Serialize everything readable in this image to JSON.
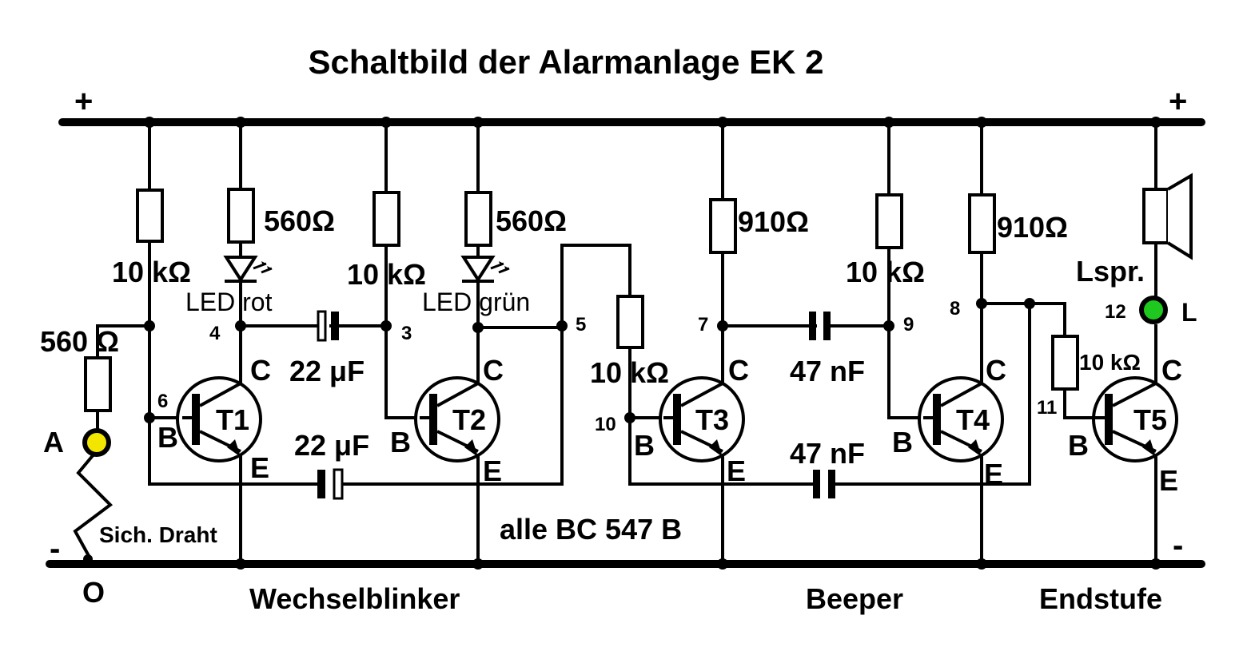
{
  "title": "Schaltbild der Alarmanlage EK 2",
  "rails": {
    "plus": "+",
    "minus": "-"
  },
  "resistors": {
    "r1": "10 kΩ",
    "r2": "560Ω",
    "r3": "10 kΩ",
    "r4": "560Ω",
    "r5": "10 kΩ",
    "r6": "910Ω",
    "r7": "10 kΩ",
    "r8": "910Ω",
    "r9": "10 kΩ",
    "r_in": "560 Ω"
  },
  "leds": {
    "red": "LED rot",
    "green": "LED grün"
  },
  "capacitors": {
    "c1": "22 μF",
    "c2": "22 μF",
    "c3": "47 nF",
    "c4": "47 nF"
  },
  "transistors": [
    {
      "name": "T1",
      "base": "B",
      "collector": "C",
      "emitter": "E"
    },
    {
      "name": "T2",
      "base": "B",
      "collector": "C",
      "emitter": "E"
    },
    {
      "name": "T3",
      "base": "B",
      "collector": "C",
      "emitter": "E"
    },
    {
      "name": "T4",
      "base": "B",
      "collector": "C",
      "emitter": "E"
    },
    {
      "name": "T5",
      "base": "B",
      "collector": "C",
      "emitter": "E"
    }
  ],
  "nodes": [
    "3",
    "4",
    "5",
    "6",
    "7",
    "8",
    "9",
    "10",
    "11",
    "12"
  ],
  "terminals": {
    "a": "A",
    "l": "L",
    "o": "O"
  },
  "speaker_label": "Lspr.",
  "wire_label": "Sich. Draht",
  "transistor_note": "alle BC 547 B",
  "sections": {
    "s1": "Wechselblinker",
    "s2": "Beeper",
    "s3": "Endstufe"
  },
  "colors": {
    "terminal_a": "#f2e600",
    "terminal_l": "#1ec81e",
    "line": "#000000",
    "background": "#ffffff"
  },
  "icons": {
    "speaker": "speaker-icon",
    "led": "led-icon",
    "transistor": "npn-transistor-icon"
  }
}
